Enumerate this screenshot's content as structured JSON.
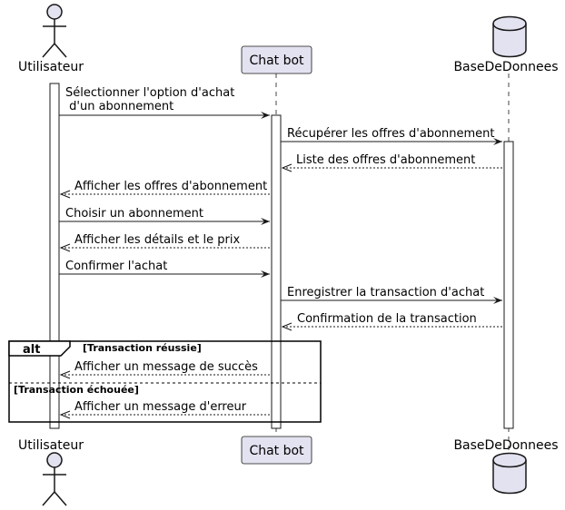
{
  "participants": {
    "user": {
      "label": "Utilisateur",
      "kind": "actor"
    },
    "bot": {
      "label": "Chat bot",
      "kind": "participant"
    },
    "db": {
      "label": "BaseDeDonnees",
      "kind": "database"
    }
  },
  "messages": [
    {
      "from": "user",
      "to": "bot",
      "style": "sync",
      "lines": [
        "Sélectionner l'option d'achat",
        " d'un abonnement"
      ]
    },
    {
      "from": "bot",
      "to": "db",
      "style": "sync",
      "lines": [
        "Récupérer les offres d'abonnement"
      ]
    },
    {
      "from": "db",
      "to": "bot",
      "style": "return",
      "lines": [
        "Liste des offres d'abonnement"
      ]
    },
    {
      "from": "bot",
      "to": "user",
      "style": "return",
      "lines": [
        "Afficher les offres d'abonnement"
      ]
    },
    {
      "from": "user",
      "to": "bot",
      "style": "sync",
      "lines": [
        "Choisir un abonnement"
      ]
    },
    {
      "from": "bot",
      "to": "user",
      "style": "return",
      "lines": [
        "Afficher les détails et le prix"
      ]
    },
    {
      "from": "user",
      "to": "bot",
      "style": "sync",
      "lines": [
        "Confirmer l'achat"
      ]
    },
    {
      "from": "bot",
      "to": "db",
      "style": "sync",
      "lines": [
        "Enregistrer la transaction d'achat"
      ]
    },
    {
      "from": "db",
      "to": "bot",
      "style": "return",
      "lines": [
        "Confirmation de la transaction"
      ]
    },
    {
      "from": "bot",
      "to": "user",
      "style": "return",
      "lines": [
        "Afficher un message de succès"
      ]
    },
    {
      "from": "bot",
      "to": "user",
      "style": "return",
      "lines": [
        "Afficher un message d'erreur"
      ]
    }
  ],
  "alt_fragment": {
    "keyword": "alt",
    "guards": [
      "[Transaction réussie]",
      "[Transaction échouée]"
    ]
  },
  "colors": {
    "participant_fill": "#E2E2F0",
    "participant_border": "#181818",
    "line": "#181818",
    "lifeline": "#181818",
    "background": "#FFFFFF"
  }
}
